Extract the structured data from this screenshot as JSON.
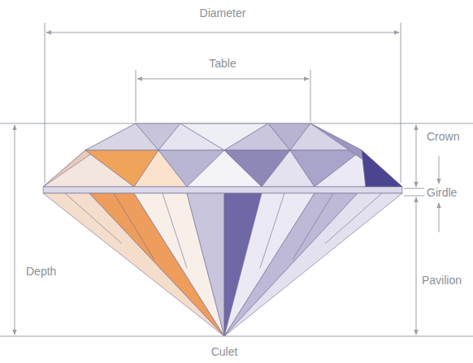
{
  "diagram": {
    "labels": [
      "Diameter",
      "Table",
      "Crown",
      "Girdle",
      "Depth",
      "Pavilion",
      "Culet"
    ]
  }
}
